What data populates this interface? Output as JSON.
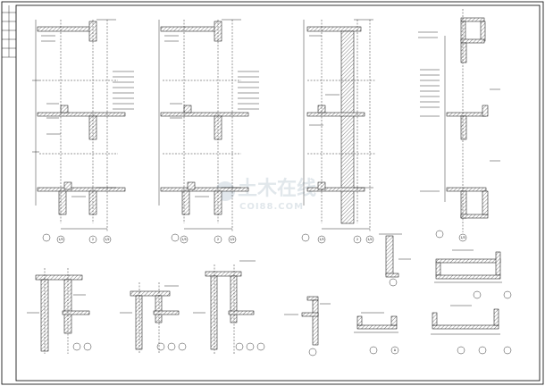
{
  "drawing": {
    "axis_labels": [
      "1/3",
      "2",
      "1/2",
      "1/3",
      "2",
      "1/2",
      "1/3",
      "2",
      "1/2",
      "1/3",
      "A"
    ],
    "watermark": {
      "brand": "土木在线",
      "site": "COI88.COM"
    }
  }
}
